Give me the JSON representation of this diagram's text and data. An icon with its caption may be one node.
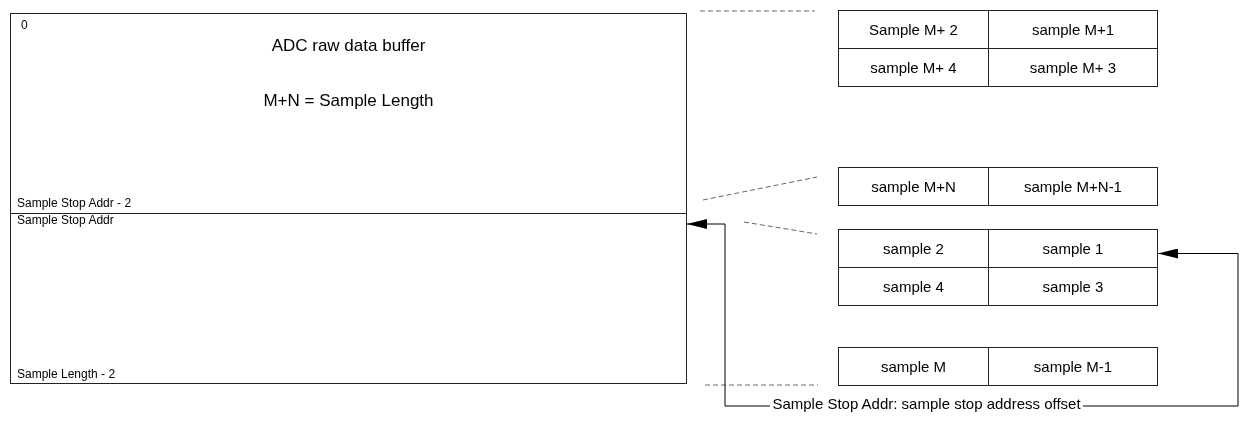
{
  "diagram": {
    "nodes": [
      {
        "text": [
          "0",
          "ADC raw data buffer",
          "M+N = Sample Length",
          "Sample Stop Addr - 2"
        ]
      },
      {
        "text": [
          "Sample Stop Addr",
          "Sample Length - 2"
        ]
      },
      {
        "text": [
          "Sample M+ 2"
        ]
      },
      {
        "text": [
          "sample M+1"
        ]
      },
      {
        "text": [
          "sample M+ 4"
        ]
      },
      {
        "text": [
          "sample M+ 3"
        ]
      },
      {
        "text": [
          "sample M+N"
        ]
      },
      {
        "text": [
          "sample M+N-1"
        ]
      },
      {
        "text": [
          "sample 2"
        ]
      },
      {
        "text": [
          "sample 1"
        ]
      },
      {
        "text": [
          "sample 4"
        ]
      },
      {
        "text": [
          "sample 3"
        ]
      },
      {
        "text": [
          "sample M"
        ]
      },
      {
        "text": [
          "sample M-1"
        ]
      },
      {
        "text": [
          "Sample Stop Addr: sample stop address offset"
        ]
      }
    ],
    "edges": [
      {
        "from": 14,
        "to": 1,
        "arrow": "to"
      },
      {
        "from": 14,
        "to": 9,
        "arrow": "to"
      }
    ]
  }
}
